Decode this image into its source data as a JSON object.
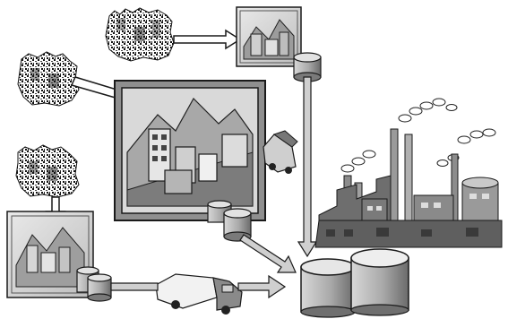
{
  "diagram": {
    "palette": {
      "ink": "#1a1a1a",
      "dark_gray": "#3a3a3a",
      "mid_gray": "#8a8a8a",
      "light_gray": "#bdbdbd",
      "pale_gray": "#dedede",
      "paper": "#ffffff",
      "smoke": "#f2f2f2"
    },
    "nodes": [
      {
        "id": "source-town-top",
        "icon": "city-cluster-icon"
      },
      {
        "id": "source-town-left",
        "icon": "city-cluster-icon"
      },
      {
        "id": "source-town-bottom",
        "icon": "city-cluster-icon"
      },
      {
        "id": "local-depot-top",
        "icon": "building-panel-icon"
      },
      {
        "id": "regional-depot-center",
        "icon": "building-panel-icon"
      },
      {
        "id": "local-depot-bottom-left",
        "icon": "building-panel-icon"
      },
      {
        "id": "storage-tank-top",
        "icon": "storage-tank-icon"
      },
      {
        "id": "storage-tank-center",
        "icon": "storage-tank-icon"
      },
      {
        "id": "storage-tank-bottom-left",
        "icon": "storage-tank-icon"
      },
      {
        "id": "central-storage",
        "icon": "large-storage-tanks-icon"
      },
      {
        "id": "industrial-plant",
        "icon": "factory-complex-icon"
      },
      {
        "id": "truck-center",
        "icon": "delivery-truck-icon"
      },
      {
        "id": "truck-bottom",
        "icon": "delivery-truck-icon"
      }
    ],
    "edges": [
      {
        "from": "source-town-top",
        "to": "local-depot-top"
      },
      {
        "from": "source-town-left",
        "to": "regional-depot-center"
      },
      {
        "from": "source-town-bottom",
        "to": "local-depot-bottom-left"
      },
      {
        "from": "storage-tank-top",
        "to": "central-storage"
      },
      {
        "from": "storage-tank-center",
        "to": "central-storage"
      },
      {
        "from": "truck-bottom",
        "to": "central-storage"
      }
    ]
  }
}
